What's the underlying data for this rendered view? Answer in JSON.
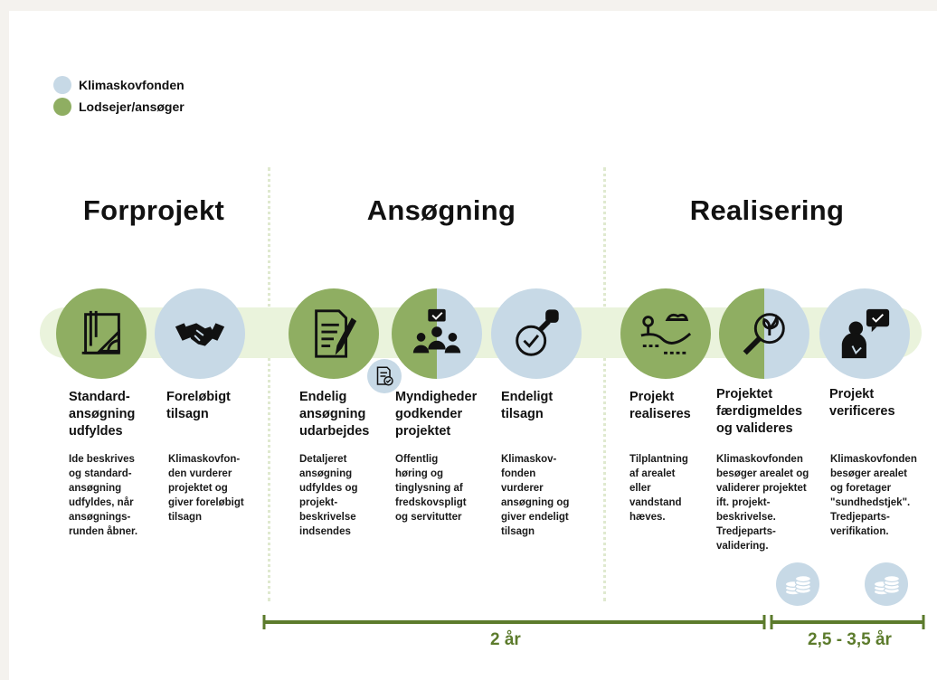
{
  "colors": {
    "klimaskovfonden": "#c7d9e6",
    "lodsejer": "#8fae62",
    "band": "#eaf3dc",
    "timeline": "#5c7b2c"
  },
  "legend": [
    {
      "label": "Klimaskovfonden",
      "color": "#c7d9e6"
    },
    {
      "label": "Lodsejer/ansøger",
      "color": "#8fae62"
    }
  ],
  "phases": [
    {
      "title": "Forprojekt"
    },
    {
      "title": "Ansøgning"
    },
    {
      "title": "Realisering"
    }
  ],
  "steps": [
    {
      "icon": "drafting-tools-icon",
      "owner": "lodsejer",
      "title_lines": [
        "Standard-",
        "ansøgning",
        "udfyldes"
      ],
      "desc_lines": [
        "Ide beskrives",
        "og standard-",
        "ansøgning",
        "udfyldes, når",
        "ansøgnings-",
        "runden åbner."
      ]
    },
    {
      "icon": "handshake-icon",
      "owner": "klimaskovfonden",
      "title_lines": [
        "Foreløbigt",
        "tilsagn"
      ],
      "desc_lines": [
        "Klimaskovfon-",
        "den vurderer",
        "projektet og",
        "giver foreløbigt",
        "tilsagn"
      ]
    },
    {
      "icon": "document-pen-icon",
      "owner": "lodsejer",
      "title_lines": [
        "Endelig",
        "ansøgning",
        "udarbejdes"
      ],
      "desc_lines": [
        "Detaljeret",
        "ansøgning",
        "udfyldes og",
        "projekt-",
        "beskrivelse",
        "indsendes"
      ]
    },
    {
      "icon": "group-approval-icon",
      "owner": "split",
      "title_lines": [
        "Myndigheder",
        "godkender",
        "projektet"
      ],
      "desc_lines": [
        "Offentlig",
        "høring og",
        "tinglysning af",
        "fredskovspligt",
        "og servitutter"
      ]
    },
    {
      "icon": "stamp-icon",
      "owner": "klimaskovfonden",
      "title_lines": [
        "Endeligt",
        "tilsagn"
      ],
      "desc_lines": [
        "Klimaskov-",
        "fonden",
        "vurderer",
        "ansøgning og",
        "giver endeligt",
        "tilsagn"
      ]
    },
    {
      "icon": "landscape-icon",
      "owner": "lodsejer",
      "title_lines": [
        "Projekt",
        "realiseres"
      ],
      "desc_lines": [
        "Tilplantning",
        "af arealet",
        "eller",
        "vandstand",
        "hæves."
      ]
    },
    {
      "icon": "magnifier-leaf-icon",
      "owner": "split",
      "title_lines": [
        "Projektet",
        "færdigmeldes",
        "og valideres"
      ],
      "desc_lines": [
        "Klimaskovfonden",
        "besøger arealet og",
        "validerer projektet",
        "ift. projekt-",
        "beskrivelse.",
        "Tredjeparts-",
        "validering."
      ]
    },
    {
      "icon": "person-chat-icon",
      "owner": "klimaskovfonden",
      "title_lines": [
        "Projekt",
        "verificeres"
      ],
      "desc_lines": [
        "Klimaskovfonden",
        "besøger arealet",
        "og foretager",
        "\"sundhedstjek\".",
        "Tredjeparts-",
        "verifikation."
      ]
    }
  ],
  "coins": [
    {
      "icon": "coins-icon"
    },
    {
      "icon": "coins-icon"
    }
  ],
  "timeline": {
    "segments": [
      {
        "label": "2 år"
      },
      {
        "label": "2,5 - 3,5 år"
      }
    ]
  }
}
